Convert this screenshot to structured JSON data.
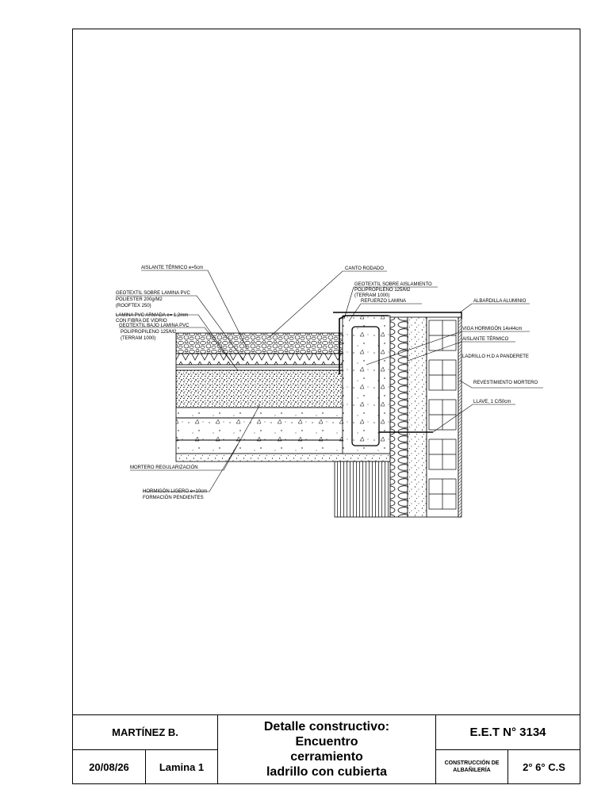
{
  "labels": {
    "aislante_termico_e5": "AISLANTE TÉRMICO e=5cm",
    "geotextil_sobre_lamina_1": "GEOTEXTIL SOBRE LAMINA PVC",
    "geotextil_sobre_lamina_2": "POLIESTER 200g/M2",
    "geotextil_sobre_lamina_3": "(ROOFTEX 250)",
    "lamina_pvc_1": "LAMINA PVC ARMADA e= 1,2mm",
    "lamina_pvc_2": "CON FIBRA DE VIDRIO",
    "geotextil_bajo_1": "GEOTEXTIL BAJO LAMINA PVC",
    "geotextil_bajo_2": "POLIPROPILENO 125/M2",
    "geotextil_bajo_3": "(TERRAM 1000)",
    "canto_rodado": "CANTO RODADO",
    "geotextil_aisl_1": "GEOTEXTIL SOBRE AISLAMIENTO",
    "geotextil_aisl_2": "POLIPROPILENO 125/M2",
    "geotextil_aisl_3": "(TERRAM 1000)",
    "refuerzo_lamina": "REFUERZO LAMINA",
    "albardilla": "ALBARDILLA ALUMINIO",
    "viga": "VIGA HORMIGÓN 14x44cm",
    "aislante_termico": "AISLANTE TÉRMICO",
    "ladrillo": "LADRILLO H.D A PANDERETE",
    "revestimiento": "REVESTIMIENTO MORTERO",
    "llave": "LLAVE, 1 C/50cm",
    "mortero": "MORTERO REGULARIZACIÓN",
    "hormigon_1": "HORMIGÓN LIGERO e=10cm",
    "hormigon_2": "FORMACIÓN PENDIENTES"
  },
  "title_block": {
    "author": "MARTÍNEZ B.",
    "date": "20/08/26",
    "sheet": "Lamina 1",
    "title_lines": [
      "Detalle constructivo:",
      "Encuentro",
      "cerramiento",
      "ladrillo con cubierta"
    ],
    "school": "E.E.T N° 3134",
    "subject_lines": [
      "CONSTRUCCIÓN DE",
      "ALBAÑILERÍA"
    ],
    "course": "2° 6° C.S"
  }
}
